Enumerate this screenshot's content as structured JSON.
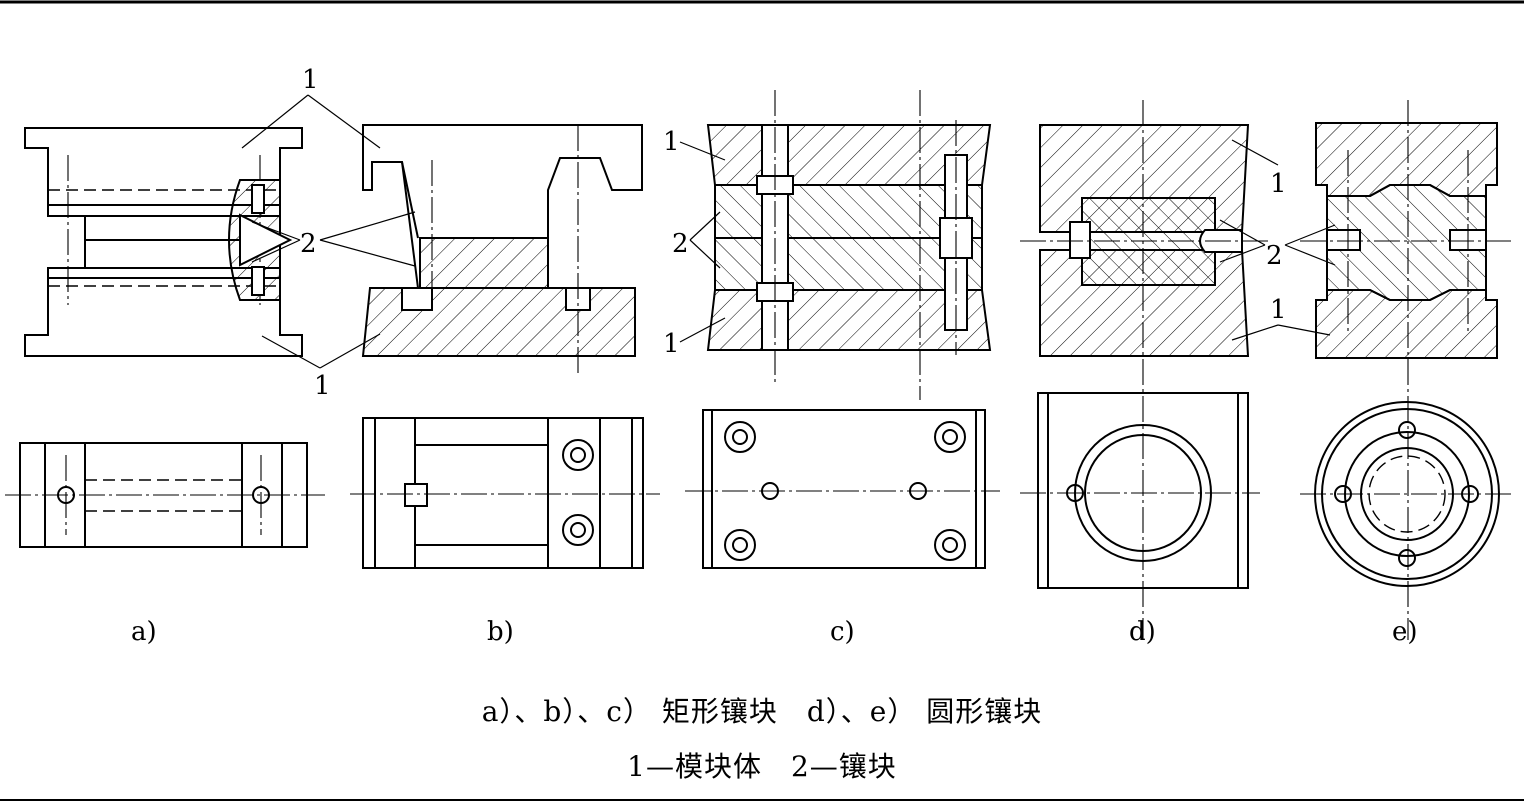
{
  "subfigure_labels": [
    "a)",
    "b)",
    "c)",
    "d)",
    "e)"
  ],
  "part_labels": {
    "body": "1",
    "insert": "2"
  },
  "caption": {
    "line1": "a）、b）、c） 矩形镶块　d）、e） 圆形镶块",
    "line2": "1—模块体　2—镶块"
  }
}
